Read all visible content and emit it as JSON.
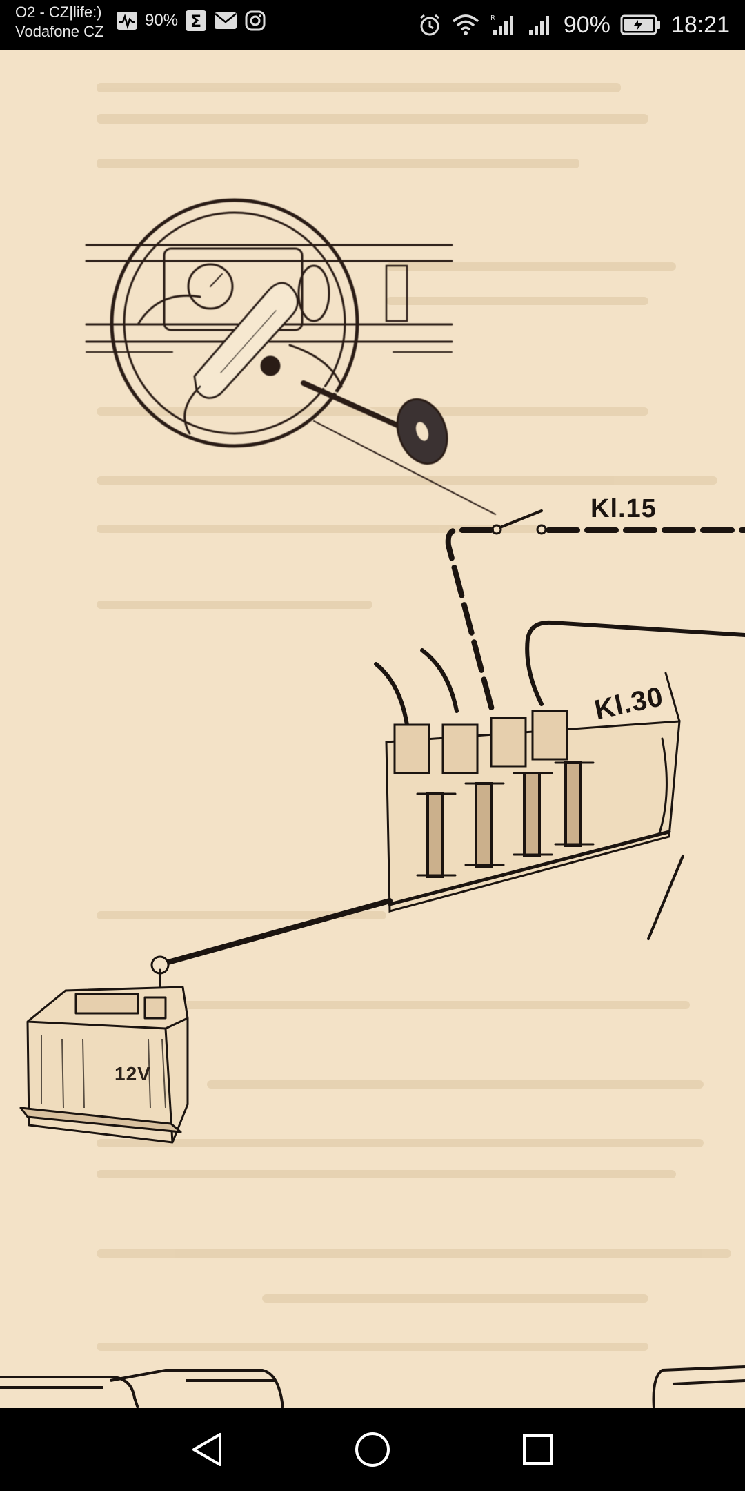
{
  "status_bar": {
    "carrier_line1": "O2 - CZ|life:)",
    "carrier_line2": "Vodafone CZ",
    "small_battery": "90%",
    "battery_percent": "90%",
    "time": "18:21",
    "icons": [
      "activity-icon",
      "sigma-icon",
      "mail-icon",
      "instagram-icon",
      "alarm-icon",
      "wifi-icon",
      "signal-icon",
      "signal-icon",
      "battery-icon"
    ]
  },
  "diagram": {
    "label_kl15": "Kl.15",
    "label_kl30": "Kl.30",
    "battery_label": "12V"
  },
  "nav_bar": {
    "icons": [
      "back-icon",
      "home-icon",
      "recent-apps-icon"
    ]
  }
}
